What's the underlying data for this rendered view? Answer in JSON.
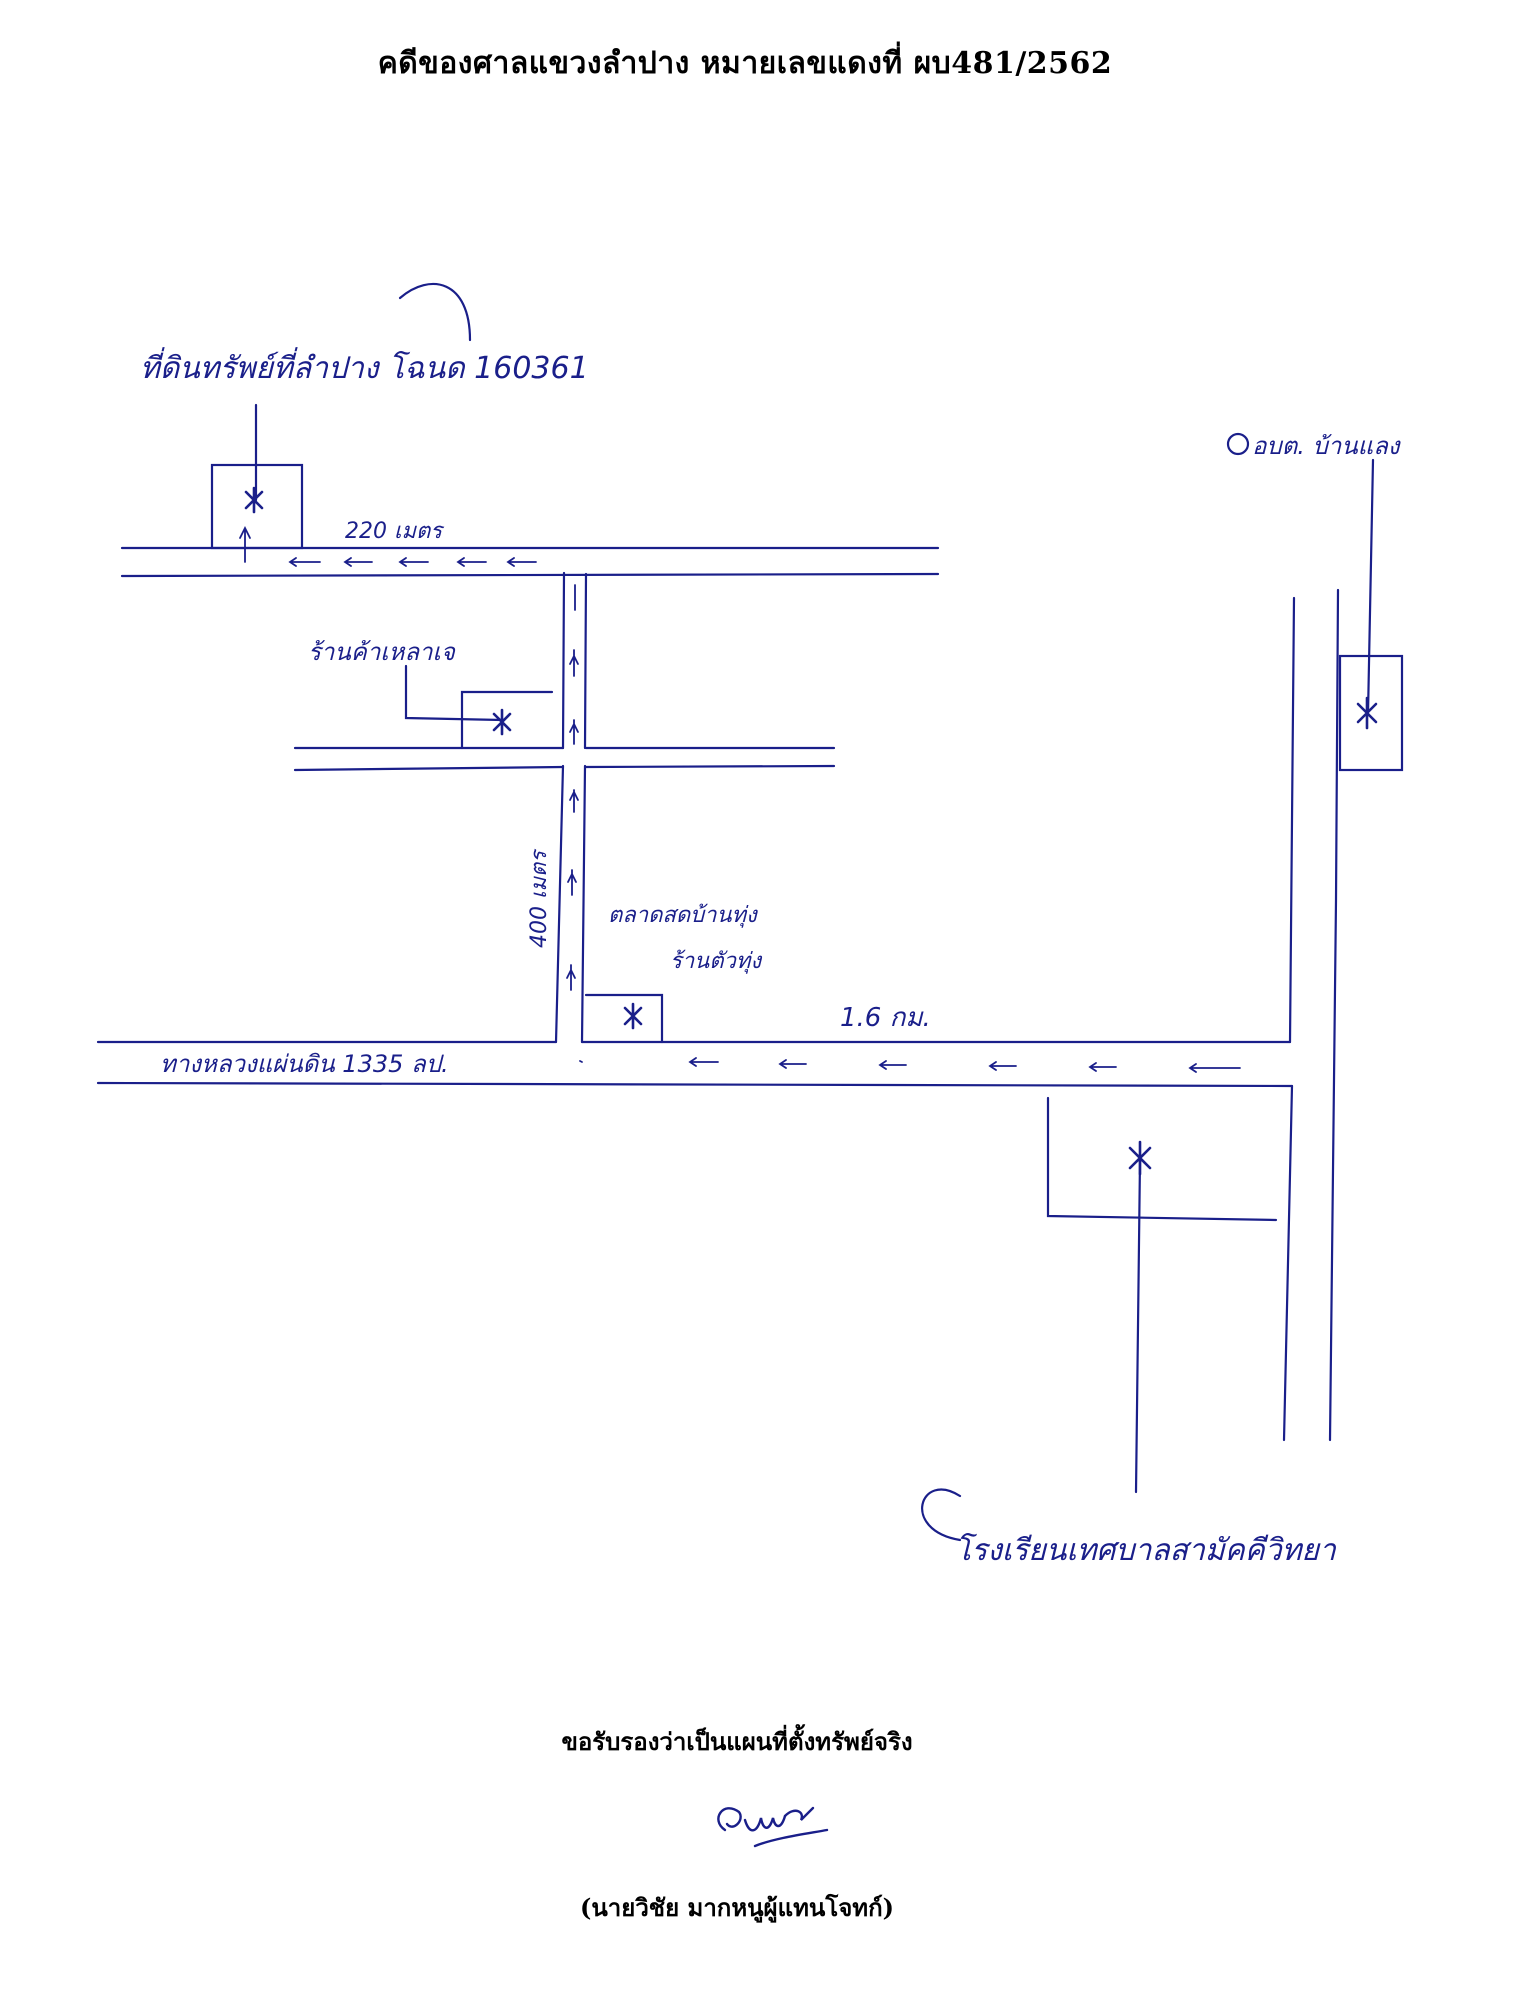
{
  "document": {
    "title": "คดีของศาลแขวงลำปาง หมายเลขแดงที่ ผบ481/2562",
    "certify_text": "ขอรับรองว่าเป็นแผนที่ตั้งทรัพย์จริง",
    "signer_text": "(นายวิชัย มากหนูผู้แทนโจทก์)",
    "ink_color": "#1a1f8a"
  },
  "map": {
    "labels": {
      "top_left_place": "ที่ดินทรัพย์ที่ลำปาง โฉนด 160361",
      "top_right_place": "อบต. บ้านแลง",
      "distance_top": "220 เมตร",
      "shop_mid": "ร้านค้าเหลาเจ",
      "distance_vertical": "400 เมตร",
      "market_label": "ตลาดสดบ้านทุ่ง",
      "shop_bottom": "ร้านตัวทุ่ง",
      "distance_main": "1.6 กม.",
      "main_road": "ทางหลวงแผ่นดิน 1335 ลป.",
      "school_label": "โรงเรียนเทศบาลสามัคคีวิทยา"
    },
    "markers": [
      "property-marker",
      "shop-marker",
      "market-marker",
      "tao-marker",
      "school-marker"
    ]
  }
}
